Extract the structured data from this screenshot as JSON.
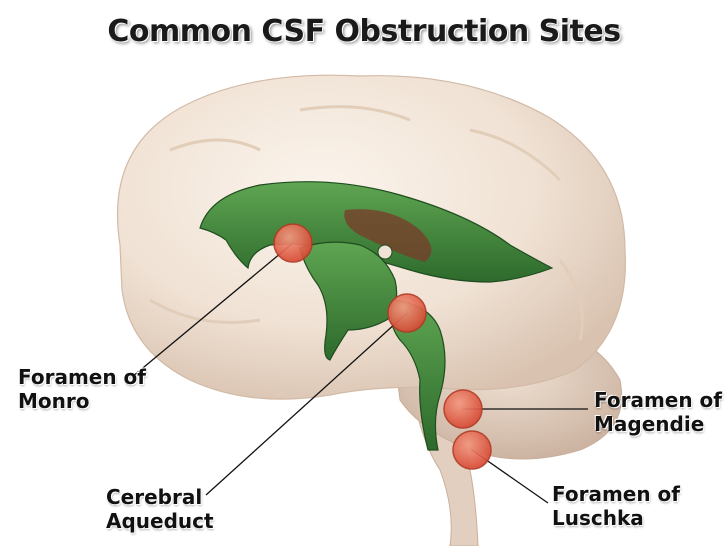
{
  "title": "Common CSF Obstruction Sites",
  "labels": {
    "monro": [
      "Foramen of",
      "Monro"
    ],
    "aqueduct": [
      "Cerebral",
      "Aqueduct"
    ],
    "magendie": [
      "Foramen of",
      "Magendie"
    ],
    "luschka": [
      "Foramen of",
      "Luschka"
    ]
  },
  "colors": {
    "brain": "#f1e3d6",
    "ventricle": "#3f8a3a",
    "obstruction_marker": "#e0533c",
    "background": "#ffffff"
  }
}
